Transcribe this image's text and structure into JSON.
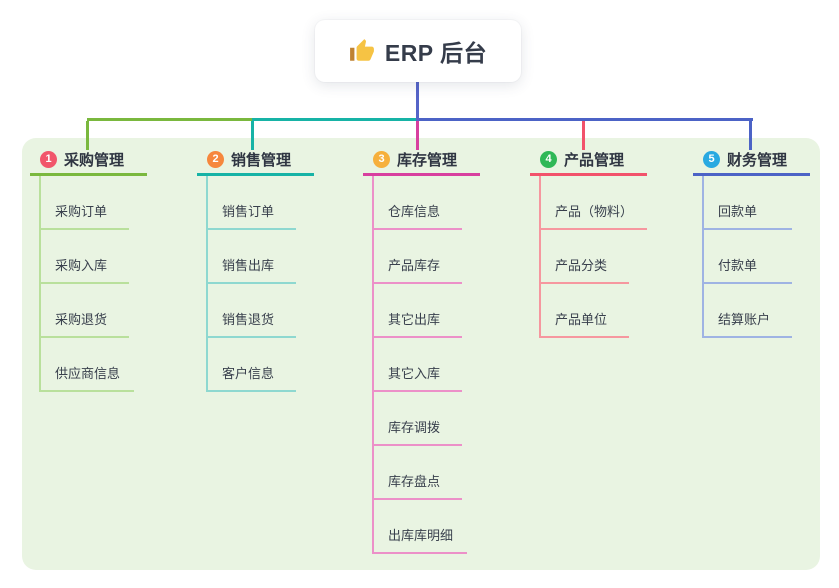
{
  "root": {
    "title": "ERP 后台",
    "icon": "thumbs-up-icon"
  },
  "branches": [
    {
      "number": "1",
      "label": "采购管理",
      "badge_color": "#f1566b",
      "line_color": "#7ab83e",
      "child_line_color": "#b9e09c",
      "children": [
        "采购订单",
        "采购入库",
        "采购退货",
        "供应商信息"
      ]
    },
    {
      "number": "2",
      "label": "销售管理",
      "badge_color": "#f6873d",
      "line_color": "#17b3a6",
      "child_line_color": "#8ed8d0",
      "children": [
        "销售订单",
        "销售出库",
        "销售退货",
        "客户信息"
      ]
    },
    {
      "number": "3",
      "label": "库存管理",
      "badge_color": "#f6b03c",
      "line_color": "#d83f9f",
      "child_line_color": "#ec90c8",
      "children": [
        "仓库信息",
        "产品库存",
        "其它出库",
        "其它入库",
        "库存调拨",
        "库存盘点",
        "出库库明细"
      ]
    },
    {
      "number": "4",
      "label": "产品管理",
      "badge_color": "#2fb857",
      "line_color": "#f2526b",
      "child_line_color": "#f6979f",
      "children": [
        "产品（物料）",
        "产品分类",
        "产品单位"
      ]
    },
    {
      "number": "5",
      "label": "财务管理",
      "badge_color": "#29a9e1",
      "line_color": "#4c63c6",
      "child_line_color": "#9fb3e3",
      "children": [
        "回款单",
        "付款单",
        "结算账户"
      ]
    }
  ],
  "colors": {
    "canvas_background": "#ffffff",
    "panel_background": "#e9f4e2",
    "stem": "#5564c8",
    "root_text": "#353c4a",
    "node_text": "#39404d"
  }
}
